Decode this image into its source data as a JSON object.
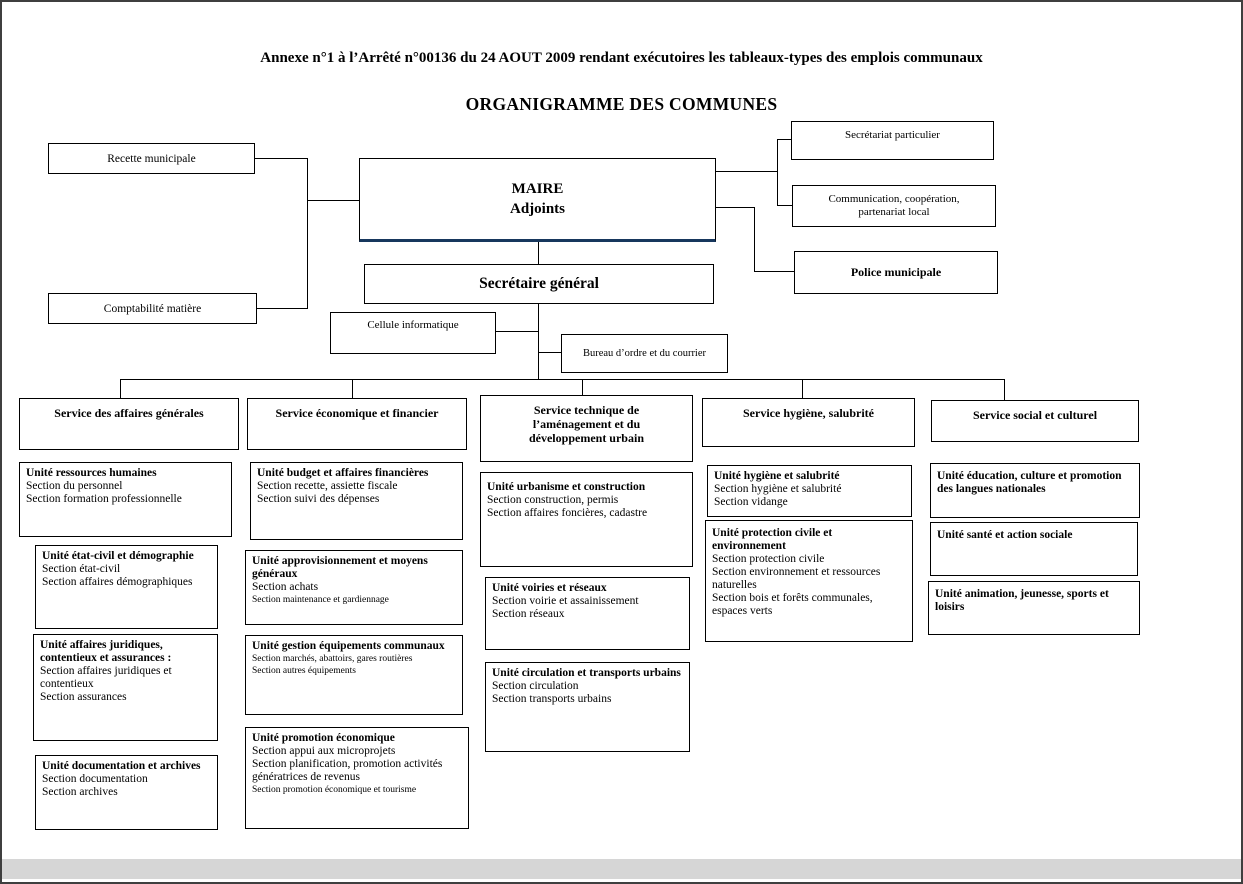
{
  "page": {
    "annexe_title": "Annexe n°1 à l’Arrêté n°00136 du 24 AOUT 2009 rendant exécutoires les tableaux-types des emplois communaux",
    "main_title": "ORGANIGRAMME DES COMMUNES"
  },
  "top_boxes": {
    "recette_municipale": "Recette municipale",
    "comptabilite_matiere": "Comptabilité matière",
    "maire_line1": "MAIRE",
    "maire_line2": "Adjoints",
    "secretariat_particulier": "Secrétariat particulier",
    "communication": "Communication, coopération, partenariat local",
    "police_municipale": "Police municipale",
    "secretaire_general": "Secrétaire général",
    "cellule_informatique": "Cellule informatique",
    "bureau_ordre_courrier": "Bureau d’ordre et du courrier"
  },
  "services": [
    {
      "label": "Service des affaires générales"
    },
    {
      "label": "Service économique et financier"
    },
    {
      "label": "Service technique de l’aménagement et du développement urbain"
    },
    {
      "label": "Service hygiène, salubrité"
    },
    {
      "label": "Service social et culturel"
    }
  ],
  "columns": [
    {
      "units": [
        {
          "title": "Unité ressources humaines",
          "sections": [
            "Section du personnel",
            "Section formation professionnelle"
          ]
        },
        {
          "title": "Unité état-civil et démographie",
          "sections": [
            "Section état-civil",
            "Section affaires démographiques"
          ]
        },
        {
          "title": "Unité affaires juridiques, contentieux et assurances :",
          "sections": [
            "Section affaires juridiques et contentieux",
            "Section assurances"
          ]
        },
        {
          "title": "Unité documentation et archives",
          "sections": [
            "Section documentation",
            "Section archives"
          ]
        }
      ]
    },
    {
      "units": [
        {
          "title": "Unité budget et affaires financières",
          "sections": [
            "Section recette, assiette fiscale",
            "Section suivi des dépenses"
          ]
        },
        {
          "title": "Unité approvisionnement et moyens généraux",
          "sections": [
            "Section achats",
            "Section maintenance et gardiennage"
          ]
        },
        {
          "title": "Unité gestion équipements communaux",
          "sections": [
            "Section marchés, abattoirs, gares routières",
            "Section autres équipements"
          ]
        },
        {
          "title": "Unité promotion économique",
          "sections": [
            "Section appui aux microprojets",
            "Section planification, promotion activités génératrices de revenus",
            "Section promotion économique et tourisme"
          ]
        }
      ]
    },
    {
      "units": [
        {
          "title": "Unité urbanisme et construction",
          "sections": [
            "Section construction, permis",
            "Section affaires foncières, cadastre"
          ]
        },
        {
          "title": "Unité voiries et réseaux",
          "sections": [
            "Section voirie et assainissement",
            "Section réseaux"
          ]
        },
        {
          "title": "Unité circulation et transports urbains",
          "sections": [
            "Section circulation",
            "Section transports urbains"
          ]
        }
      ]
    },
    {
      "units": [
        {
          "title": "Unité hygiène et salubrité",
          "sections": [
            "Section hygiène et salubrité",
            "Section vidange"
          ]
        },
        {
          "title": "Unité protection civile et environnement",
          "sections": [
            "Section protection civile",
            "Section environnement et ressources naturelles",
            "Section bois et forêts communales, espaces verts"
          ]
        }
      ]
    },
    {
      "units": [
        {
          "title": "Unité éducation, culture et promotion des langues nationales",
          "sections": []
        },
        {
          "title": "Unité santé et action sociale",
          "sections": []
        },
        {
          "title": "Unité animation, jeunesse, sports et loisirs",
          "sections": []
        }
      ]
    }
  ],
  "colors": {
    "box_border": "#000000",
    "connector_line": "#000000",
    "maire_underline": "#17375d",
    "page_background": "#ffffff",
    "footer_strip": "#d6d6d6"
  }
}
